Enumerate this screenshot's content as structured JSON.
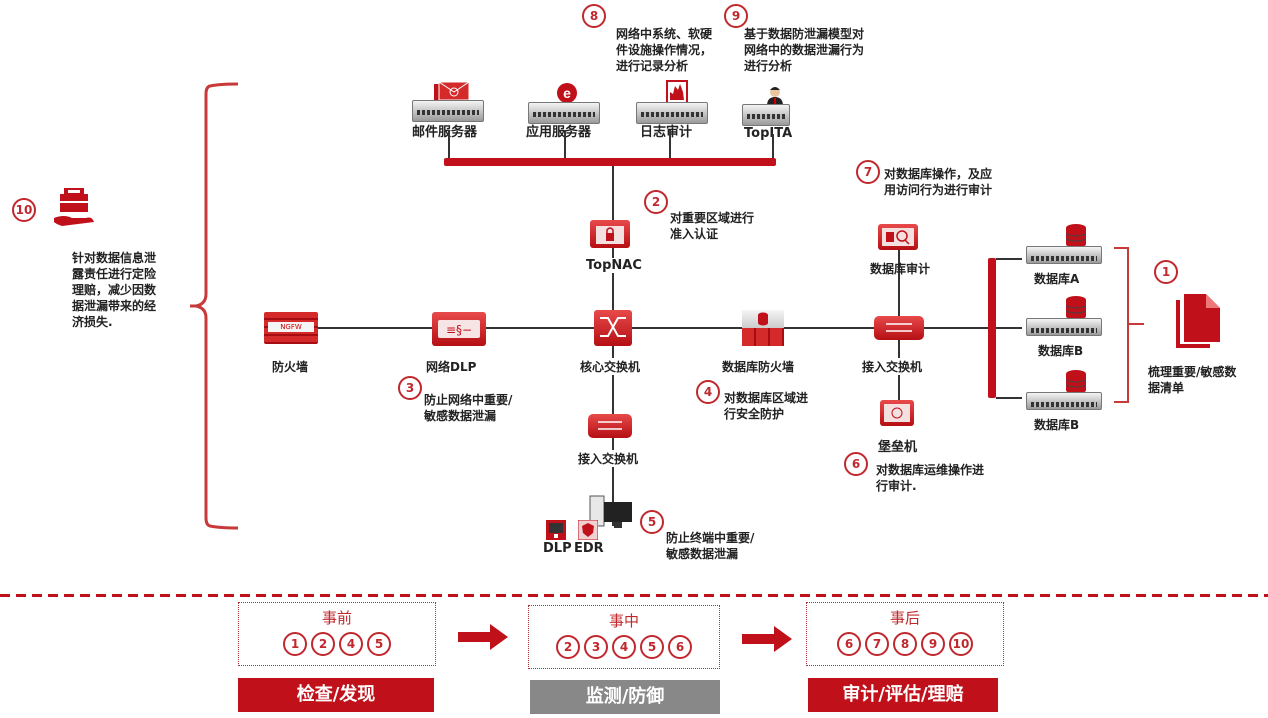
{
  "colors": {
    "accent": "#c0101a",
    "gray_button": "#888888",
    "line": "#333333"
  },
  "top_servers": [
    {
      "label": "邮件服务器",
      "icon": "mail-icon"
    },
    {
      "label": "应用服务器",
      "icon": "browser-e-icon"
    },
    {
      "label": "日志审计",
      "icon": "chart-icon"
    },
    {
      "label": "TopITA",
      "icon": "user-icon"
    }
  ],
  "annotations": {
    "n1": {
      "num": "1",
      "text": "梳理重要/敏感数据清单"
    },
    "n2": {
      "num": "2",
      "text": "对重要区域进行准入认证"
    },
    "n3": {
      "num": "3",
      "text": "防止网络中重要/敏感数据泄漏"
    },
    "n4": {
      "num": "4",
      "text": "对数据库区域进行安全防护"
    },
    "n5": {
      "num": "5",
      "text": "防止终端中重要/敏感数据泄漏"
    },
    "n6": {
      "num": "6",
      "text": "对数据库运维操作进行审计."
    },
    "n7": {
      "num": "7",
      "text": "对数据库操作，及应用访问行为进行审计"
    },
    "n8": {
      "num": "8",
      "text": "网络中系统、软硬件设施操作情况，进行记录分析"
    },
    "n9": {
      "num": "9",
      "text": "基于数据防泄漏模型对网络中的数据泄漏行为进行分析"
    },
    "n10": {
      "num": "10",
      "text": "针对数据信息泄露责任进行定险理赔，减少因数据泄漏带来的经济损失."
    }
  },
  "devices": {
    "firewall": {
      "label": "防火墙",
      "badge": "NGFW"
    },
    "network_dlp": {
      "label": "网络DLP"
    },
    "core_switch": {
      "label": "核心交换机"
    },
    "topnac": {
      "label": "TopNAC"
    },
    "access_switch_left": {
      "label": "接入交换机"
    },
    "endpoint": {
      "dlp": "DLP",
      "edr": "EDR"
    },
    "db_firewall": {
      "label": "数据库防火墙"
    },
    "access_switch_right": {
      "label": "接入交换机"
    },
    "db_audit": {
      "label": "数据库审计"
    },
    "bastion": {
      "label": "堡垒机"
    },
    "databases": [
      {
        "label": "数据库A"
      },
      {
        "label": "数据库B"
      },
      {
        "label": "数据库B"
      }
    ]
  },
  "phases": [
    {
      "title": "事前",
      "nums": [
        "1",
        "2",
        "4",
        "5"
      ],
      "button": "检查/发现",
      "button_color": "#c0101a"
    },
    {
      "title": "事中",
      "nums": [
        "2",
        "3",
        "4",
        "5",
        "6"
      ],
      "button": "监测/防御",
      "button_color": "#888888"
    },
    {
      "title": "事后",
      "nums": [
        "6",
        "7",
        "8",
        "9",
        "10"
      ],
      "button": "审计/评估/理赔",
      "button_color": "#c0101a"
    }
  ]
}
